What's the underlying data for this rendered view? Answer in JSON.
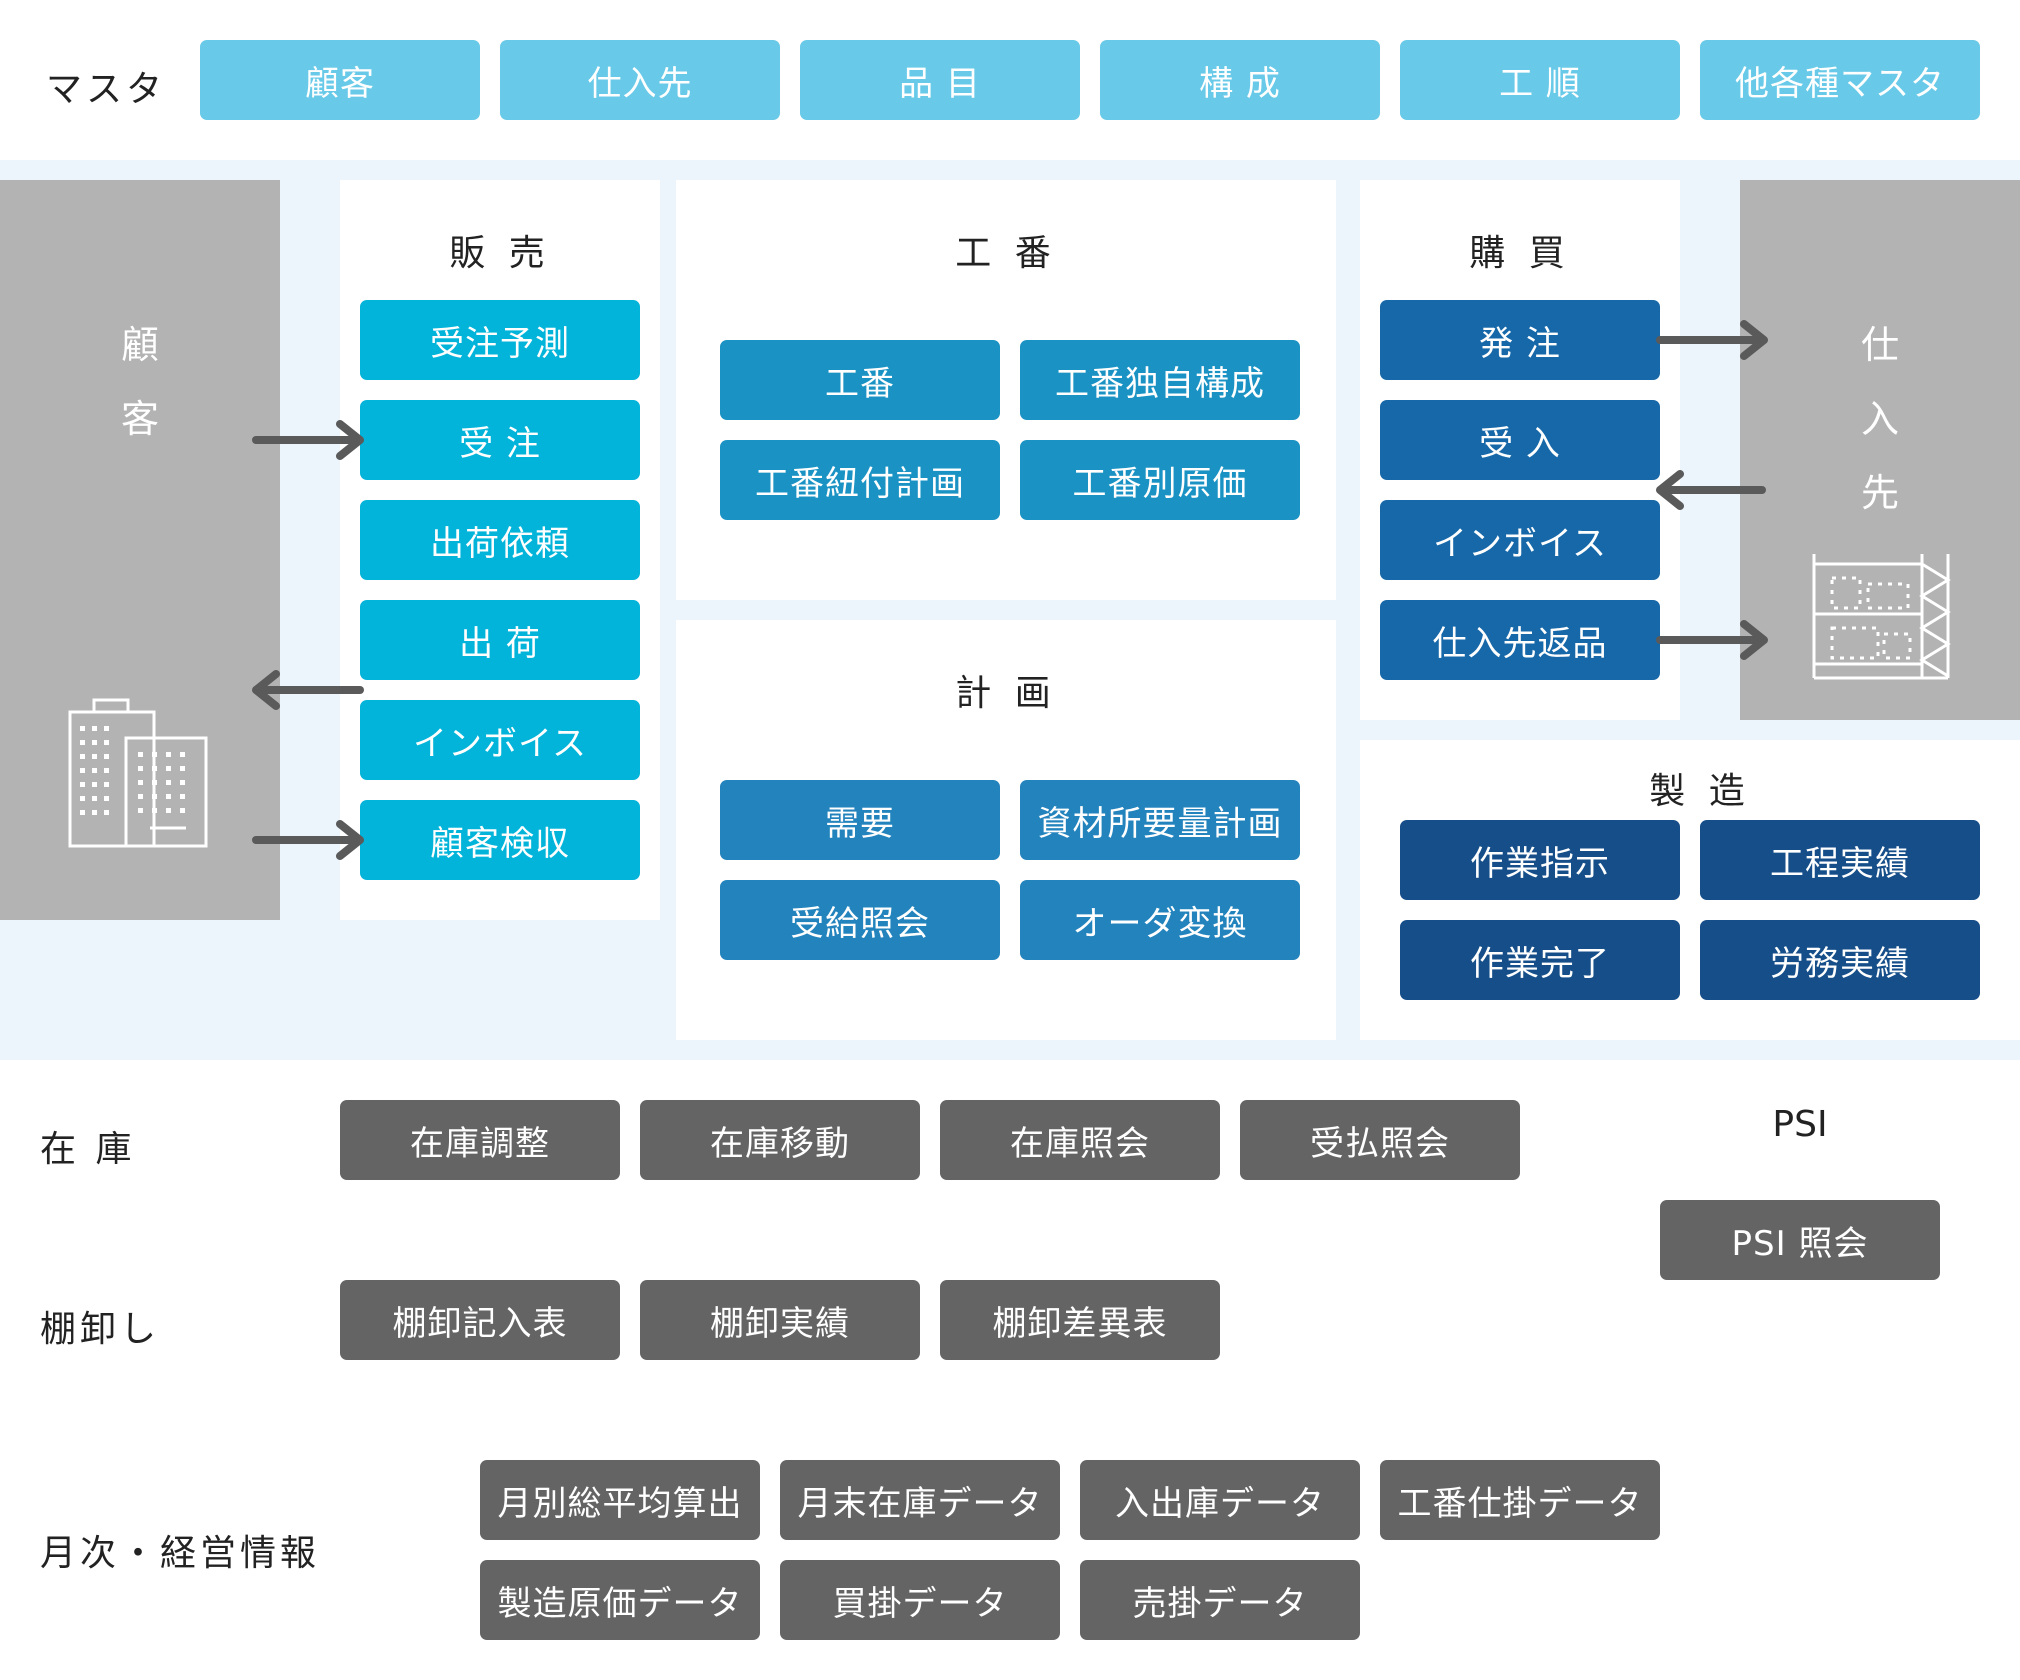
{
  "master": {
    "label": "マスタ",
    "items": [
      "顧客",
      "仕入先",
      "品 目",
      "構 成",
      "工 順",
      "他各種マスタ"
    ]
  },
  "customer": {
    "label": "顧\n客"
  },
  "supplier": {
    "label": "仕\n入\n先"
  },
  "sales": {
    "title": "販 売",
    "items": [
      "受注予測",
      "受 注",
      "出荷依頼",
      "出 荷",
      "インボイス",
      "顧客検収"
    ]
  },
  "job": {
    "title": "工 番",
    "items": [
      "工番",
      "工番独自構成",
      "工番紐付計画",
      "工番別原価"
    ]
  },
  "plan": {
    "title": "計 画",
    "items": [
      "需要",
      "資材所要量計画",
      "受給照会",
      "オーダ変換"
    ]
  },
  "purchase": {
    "title": "購 買",
    "items": [
      "発 注",
      "受 入",
      "インボイス",
      "仕入先返品"
    ]
  },
  "manufacturing": {
    "title": "製 造",
    "items": [
      "作業指示",
      "工程実績",
      "作業完了",
      "労務実績"
    ]
  },
  "inventory": {
    "label": "在 庫",
    "items": [
      "在庫調整",
      "在庫移動",
      "在庫照会",
      "受払照会"
    ]
  },
  "stocktake": {
    "label": "棚卸し",
    "items": [
      "棚卸記入表",
      "棚卸実績",
      "棚卸差異表"
    ]
  },
  "psi": {
    "title": "PSI",
    "items": [
      "PSI 照会"
    ]
  },
  "monthly": {
    "label": "月次・経営情報",
    "items": [
      "月別総平均算出",
      "月末在庫データ",
      "入出庫データ",
      "工番仕掛データ",
      "製造原価データ",
      "買掛データ",
      "売掛データ"
    ]
  },
  "colors": {
    "master": "#68cae8",
    "sales": "#02b4d9",
    "job": "#1a93c4",
    "plan": "#2283bd",
    "purchase": "#1768a8",
    "manufacturing": "#154e89",
    "gray": "#646464",
    "background": "#ecf4fc",
    "arrow": "#5a5a5a"
  },
  "icons": {
    "customer": "office-building-icon",
    "supplier": "warehouse-shelf-icon"
  }
}
